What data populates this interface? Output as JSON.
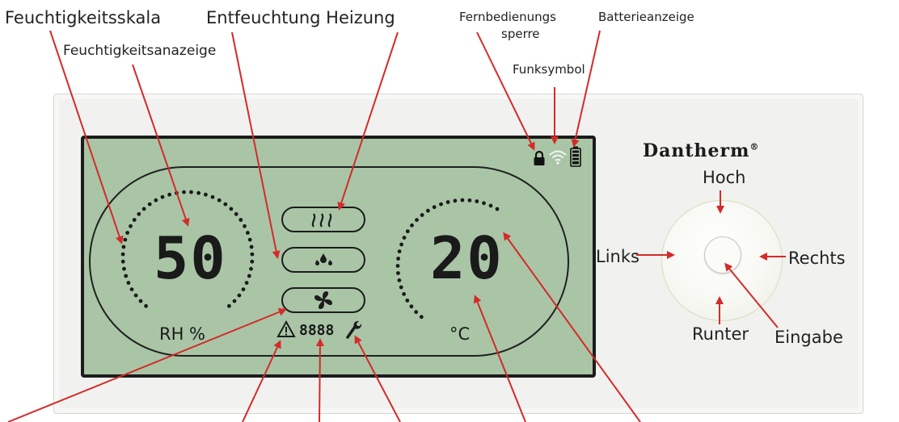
{
  "labels": {
    "humidity_scale": "Feuchtigkeitsskala",
    "humidity_display": "Feuchtigkeitsanazeige",
    "dehumid_heating": "Entfeuchtung Heizung",
    "remote_lock_line1": "Fernbedienungs",
    "remote_lock_line2": "sperre",
    "battery": "Batterieanzeige",
    "wifi": "Funksymbol"
  },
  "display": {
    "humidity_value": "50",
    "humidity_unit": "RH %",
    "temp_value": "20",
    "temp_unit": "°C",
    "status_code": "8888"
  },
  "brand": {
    "name": "Dantherm",
    "mark": "®"
  },
  "controls": {
    "up": "Hoch",
    "left": "Links",
    "right": "Rechts",
    "down": "Runter",
    "enter": "Eingabe"
  },
  "icons": {
    "heating": "heating-waves-icon",
    "dehumid": "water-drops-icon",
    "fan": "fan-icon",
    "warning": "warning-triangle-icon",
    "service": "wrench-icon",
    "lock": "lock-icon",
    "wifi": "wifi-icon",
    "battery": "battery-icon"
  },
  "colors": {
    "lcd": "#a9c5a6",
    "arrow": "#d42a2a",
    "segment": "#1a1a1a"
  }
}
